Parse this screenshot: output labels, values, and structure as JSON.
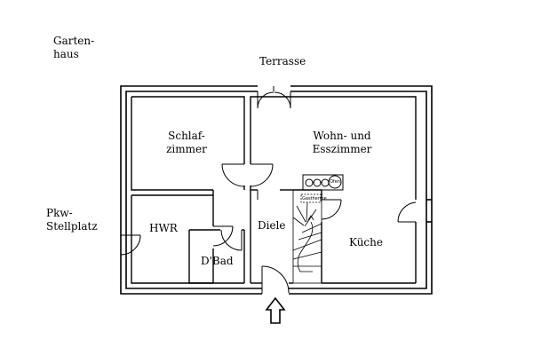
{
  "labels": {
    "gartenhaus_1": "Garten-",
    "gartenhaus_2": "haus",
    "terrasse": "Terrasse",
    "pkw_1": "Pkw-",
    "pkw_2": "Stellplatz"
  },
  "rooms": {
    "schlafzimmer_1": "Schlaf-",
    "schlafzimmer_2": "zimmer",
    "wohnzimmer_1": "Wohn- und",
    "wohnzimmer_2": "Esszimmer",
    "hwr": "HWR",
    "dbad": "D'Bad",
    "diele": "Diele",
    "kueche": "Küche"
  },
  "fixtures": {
    "ofen": "Ofen",
    "gastherme": "Gastherme"
  },
  "colors": {
    "wall": "#000000",
    "background": "#ffffff"
  }
}
